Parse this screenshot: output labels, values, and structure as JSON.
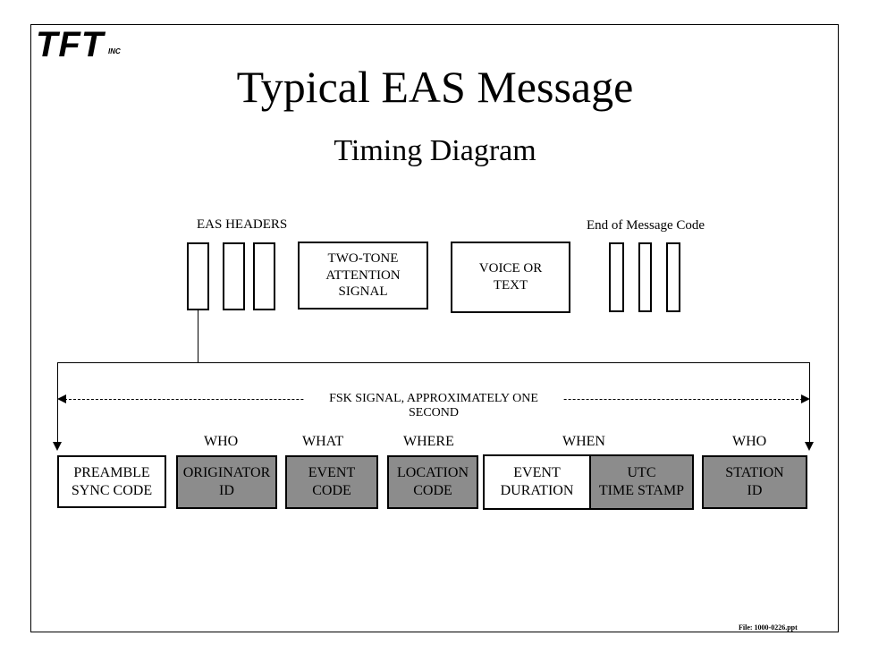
{
  "logo": {
    "text": "TFT",
    "sub": "INC"
  },
  "title": "Typical EAS Message",
  "subtitle": "Timing Diagram",
  "labels": {
    "eas_headers": "EAS HEADERS",
    "end_of_message": "End of Message Code"
  },
  "top_boxes": {
    "attention": [
      "TWO-TONE",
      "ATTENTION",
      "SIGNAL"
    ],
    "voice": [
      "VOICE OR",
      "TEXT"
    ]
  },
  "fsk_signal": [
    "FSK SIGNAL, APPROXIMATELY ONE",
    "SECOND"
  ],
  "groups": {
    "who1": "WHO",
    "what": "WHAT",
    "where": "WHERE",
    "when": "WHEN",
    "who2": "WHO"
  },
  "fields": [
    {
      "lines": [
        "PREAMBLE",
        "SYNC CODE"
      ],
      "shade": "white"
    },
    {
      "lines": [
        "ORIGINATOR",
        "ID"
      ],
      "shade": "grey"
    },
    {
      "lines": [
        "EVENT",
        "CODE"
      ],
      "shade": "grey"
    },
    {
      "lines": [
        "LOCATION",
        "CODE"
      ],
      "shade": "grey"
    },
    {
      "lines": [
        "EVENT",
        "DURATION"
      ],
      "shade": "white"
    },
    {
      "lines": [
        "UTC",
        "TIME STAMP"
      ],
      "shade": "grey"
    },
    {
      "lines": [
        "STATION",
        "ID"
      ],
      "shade": "grey"
    }
  ],
  "colors": {
    "grey_fill": "#8c8c8c",
    "white_fill": "#ffffff",
    "line": "#000000"
  },
  "file_ref": "File: 1000-0226.ppt"
}
